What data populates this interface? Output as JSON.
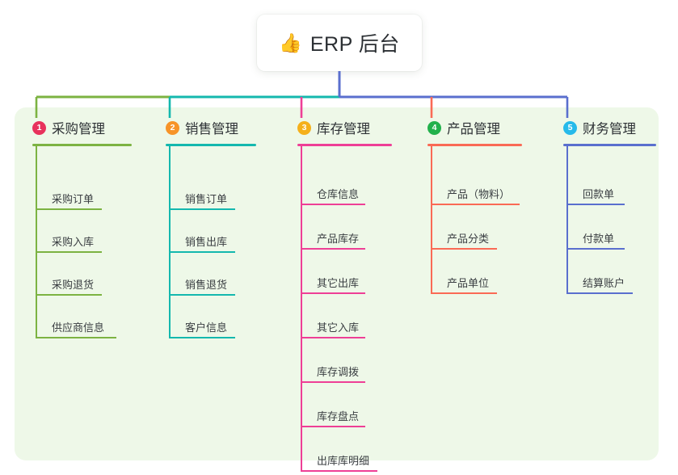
{
  "root": {
    "emoji": "👍",
    "emoji_name": "thumbs-up-icon",
    "title": "ERP 后台"
  },
  "palette": {
    "panel_bg": "#eef8e8",
    "card_bg": "#ffffff",
    "text": "#2e3236"
  },
  "columns": [
    {
      "number": "1",
      "label": "采购管理",
      "badge_color": "#e8325c",
      "line_color": "#7cb342",
      "rule_width": 123,
      "items": [
        {
          "label": "采购订单",
          "rule_width": 82
        },
        {
          "label": "采购入库",
          "rule_width": 82
        },
        {
          "label": "采购退货",
          "rule_width": 82
        },
        {
          "label": "供应商信息",
          "rule_width": 100
        }
      ]
    },
    {
      "number": "2",
      "label": "销售管理",
      "badge_color": "#f79428",
      "line_color": "#14b8ae",
      "rule_width": 112,
      "items": [
        {
          "label": "销售订单",
          "rule_width": 82
        },
        {
          "label": "销售出库",
          "rule_width": 82
        },
        {
          "label": "销售退货",
          "rule_width": 82
        },
        {
          "label": "客户信息",
          "rule_width": 82
        }
      ]
    },
    {
      "number": "3",
      "label": "库存管理",
      "badge_color": "#f5b01b",
      "line_color": "#ee3f96",
      "rule_width": 117,
      "items": [
        {
          "label": "仓库信息",
          "rule_width": 80
        },
        {
          "label": "产品库存",
          "rule_width": 80
        },
        {
          "label": "其它出库",
          "rule_width": 80
        },
        {
          "label": "其它入库",
          "rule_width": 80
        },
        {
          "label": "库存调拨",
          "rule_width": 80
        },
        {
          "label": "库存盘点",
          "rule_width": 80
        },
        {
          "label": "出库库明细",
          "rule_width": 95
        }
      ]
    },
    {
      "number": "4",
      "label": "产品管理",
      "badge_color": "#22b14c",
      "line_color": "#fa6a55",
      "rule_width": 117,
      "items": [
        {
          "label": "产品（物料）",
          "rule_width": 110
        },
        {
          "label": "产品分类",
          "rule_width": 82
        },
        {
          "label": "产品单位",
          "rule_width": 82
        }
      ]
    },
    {
      "number": "5",
      "label": "财务管理",
      "badge_color": "#26baea",
      "line_color": "#5a6fce",
      "rule_width": 115,
      "items": [
        {
          "label": "回款单",
          "rule_width": 72
        },
        {
          "label": "付款单",
          "rule_width": 72
        },
        {
          "label": "结算账户",
          "rule_width": 82
        }
      ]
    }
  ]
}
